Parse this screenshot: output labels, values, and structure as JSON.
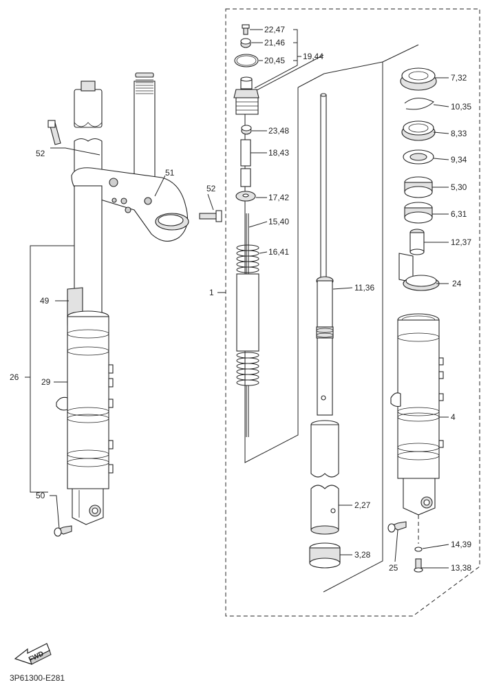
{
  "labels": {
    "p22_47": "22,47",
    "p21_46": "21,46",
    "p20_45": "20,45",
    "p19_44": "19,44",
    "p23_48": "23,48",
    "p18_43": "18,43",
    "p17_42": "17,42",
    "p15_40": "15,40",
    "p16_41": "16,41",
    "p1": "1",
    "p11_36": "11,36",
    "p2_27": "2,27",
    "p3_28": "3,28",
    "p7_32": "7,32",
    "p10_35": "10,35",
    "p8_33": "8,33",
    "p9_34": "9,34",
    "p5_30": "5,30",
    "p6_31": "6,31",
    "p12_37": "12,37",
    "p24": "24",
    "p4": "4",
    "p14_39": "14,39",
    "p13_38": "13,38",
    "p25": "25",
    "p52a": "52",
    "p51": "51",
    "p52b": "52",
    "p49": "49",
    "p26": "26",
    "p29": "29",
    "p50": "50"
  },
  "fwd_label": "FWD",
  "diagram_code": "3P61300-E281"
}
